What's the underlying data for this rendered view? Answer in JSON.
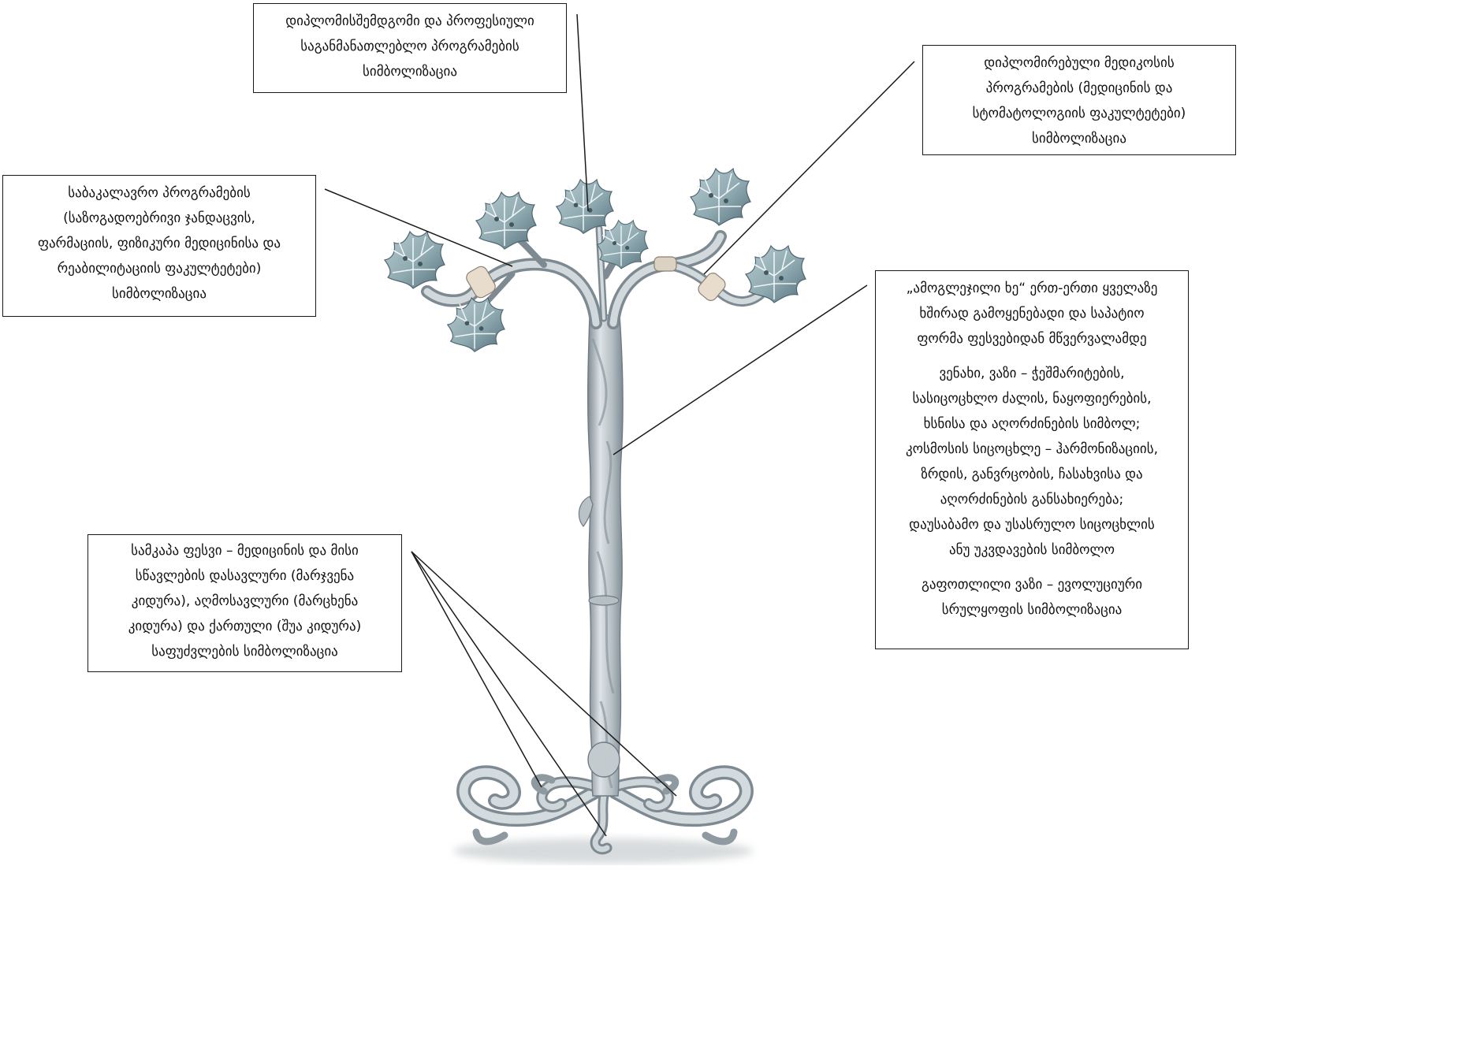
{
  "figure": {
    "colors": {
      "trunk_light": "#dde3e6",
      "trunk_mid": "#b3bdc3",
      "trunk_dark": "#7e8a92",
      "leaf_light": "#b6cbd0",
      "leaf_mid": "#8ea9b0",
      "leaf_dark": "#56707a",
      "vein": "#eef4f5",
      "shadow": "#9aa3a8",
      "leader": "#1a1a1a",
      "box_border": "#1a1a1a"
    },
    "callouts": {
      "postgraduate": {
        "lines": [
          "დიპლომისშემდგომი და პროფესიული",
          "საგანმანათლებლო პროგრამების",
          "სიმბოლიზაცია"
        ]
      },
      "medical": {
        "lines": [
          "დიპლომირებული მედიკოსის",
          "პროგრამების (მედიცინის და",
          "სტომატოლოგიის ფაკულტეტები)",
          "სიმბოლიზაცია"
        ]
      },
      "bachelor": {
        "lines": [
          "საბაკალავრო პროგრამების",
          "(საზოგადოებრივი ჯანდაცვის,",
          "ფარმაციის, ფიზიკური მედიცინისა და",
          "რეაბილიტაციის ფაკულტეტები)",
          "სიმბოლიზაცია"
        ]
      },
      "tree": {
        "paragraph_1": [
          "„ამოგლეჯილი ხე“ ერთ-ერთი ყველაზე",
          "ხშირად გამოყენებადი და საპატიო",
          "ფორმა ფესვებიდან მწვერვალამდე"
        ],
        "paragraph_2": [
          "ვენახი, ვაზი – ჭეშმარიტების,",
          "სასიცოცხლო ძალის, ნაყოფიერების,",
          "ხსნისა და აღორძინების სიმბოლ;",
          "კოსმოსის სიცოცხლე – ჰარმონიზაციის,",
          "ზრდის, განვრცობის, ჩასახვისა და",
          "აღორძინების განსახიერება;",
          "დაუსაბამო და უსასრულო სიცოცხლის",
          "ანუ უკვდავების სიმბოლო"
        ],
        "paragraph_3": [
          "გაფოთლილი ვაზი – ევოლუციური",
          "სრულყოფის სიმბოლიზაცია"
        ]
      },
      "roots": {
        "lines": [
          "სამკაპა ფესვი – მედიცინის და მისი",
          "სწავლების დასავლური (მარჯვენა",
          "კიდურა), აღმოსავლური (მარცხენა",
          "კიდურა) და ქართული (შუა კიდურა)",
          "საფუძვლების სიმბოლიზაცია"
        ]
      }
    }
  }
}
